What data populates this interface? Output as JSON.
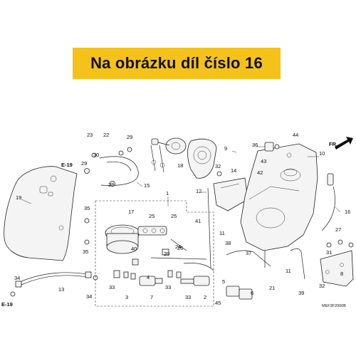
{
  "banner": {
    "text": "Na obrázku díl číslo 16",
    "color": "#f4c21a"
  },
  "diagram": {
    "direction_label": "FR.",
    "diagram_code": "MEF3F2000B",
    "ref_labels": [
      "E-19",
      "E-19"
    ],
    "callouts": [
      "1",
      "2",
      "3",
      "4",
      "5",
      "6",
      "7",
      "8",
      "9",
      "10",
      "11",
      "12",
      "13",
      "14",
      "15",
      "16",
      "17",
      "18",
      "19",
      "20",
      "21",
      "22",
      "23",
      "24",
      "25",
      "26",
      "27",
      "28",
      "29",
      "30",
      "31",
      "32",
      "33",
      "34",
      "35",
      "36",
      "37",
      "38",
      "39",
      "40",
      "41",
      "42",
      "43",
      "44",
      "45"
    ]
  }
}
